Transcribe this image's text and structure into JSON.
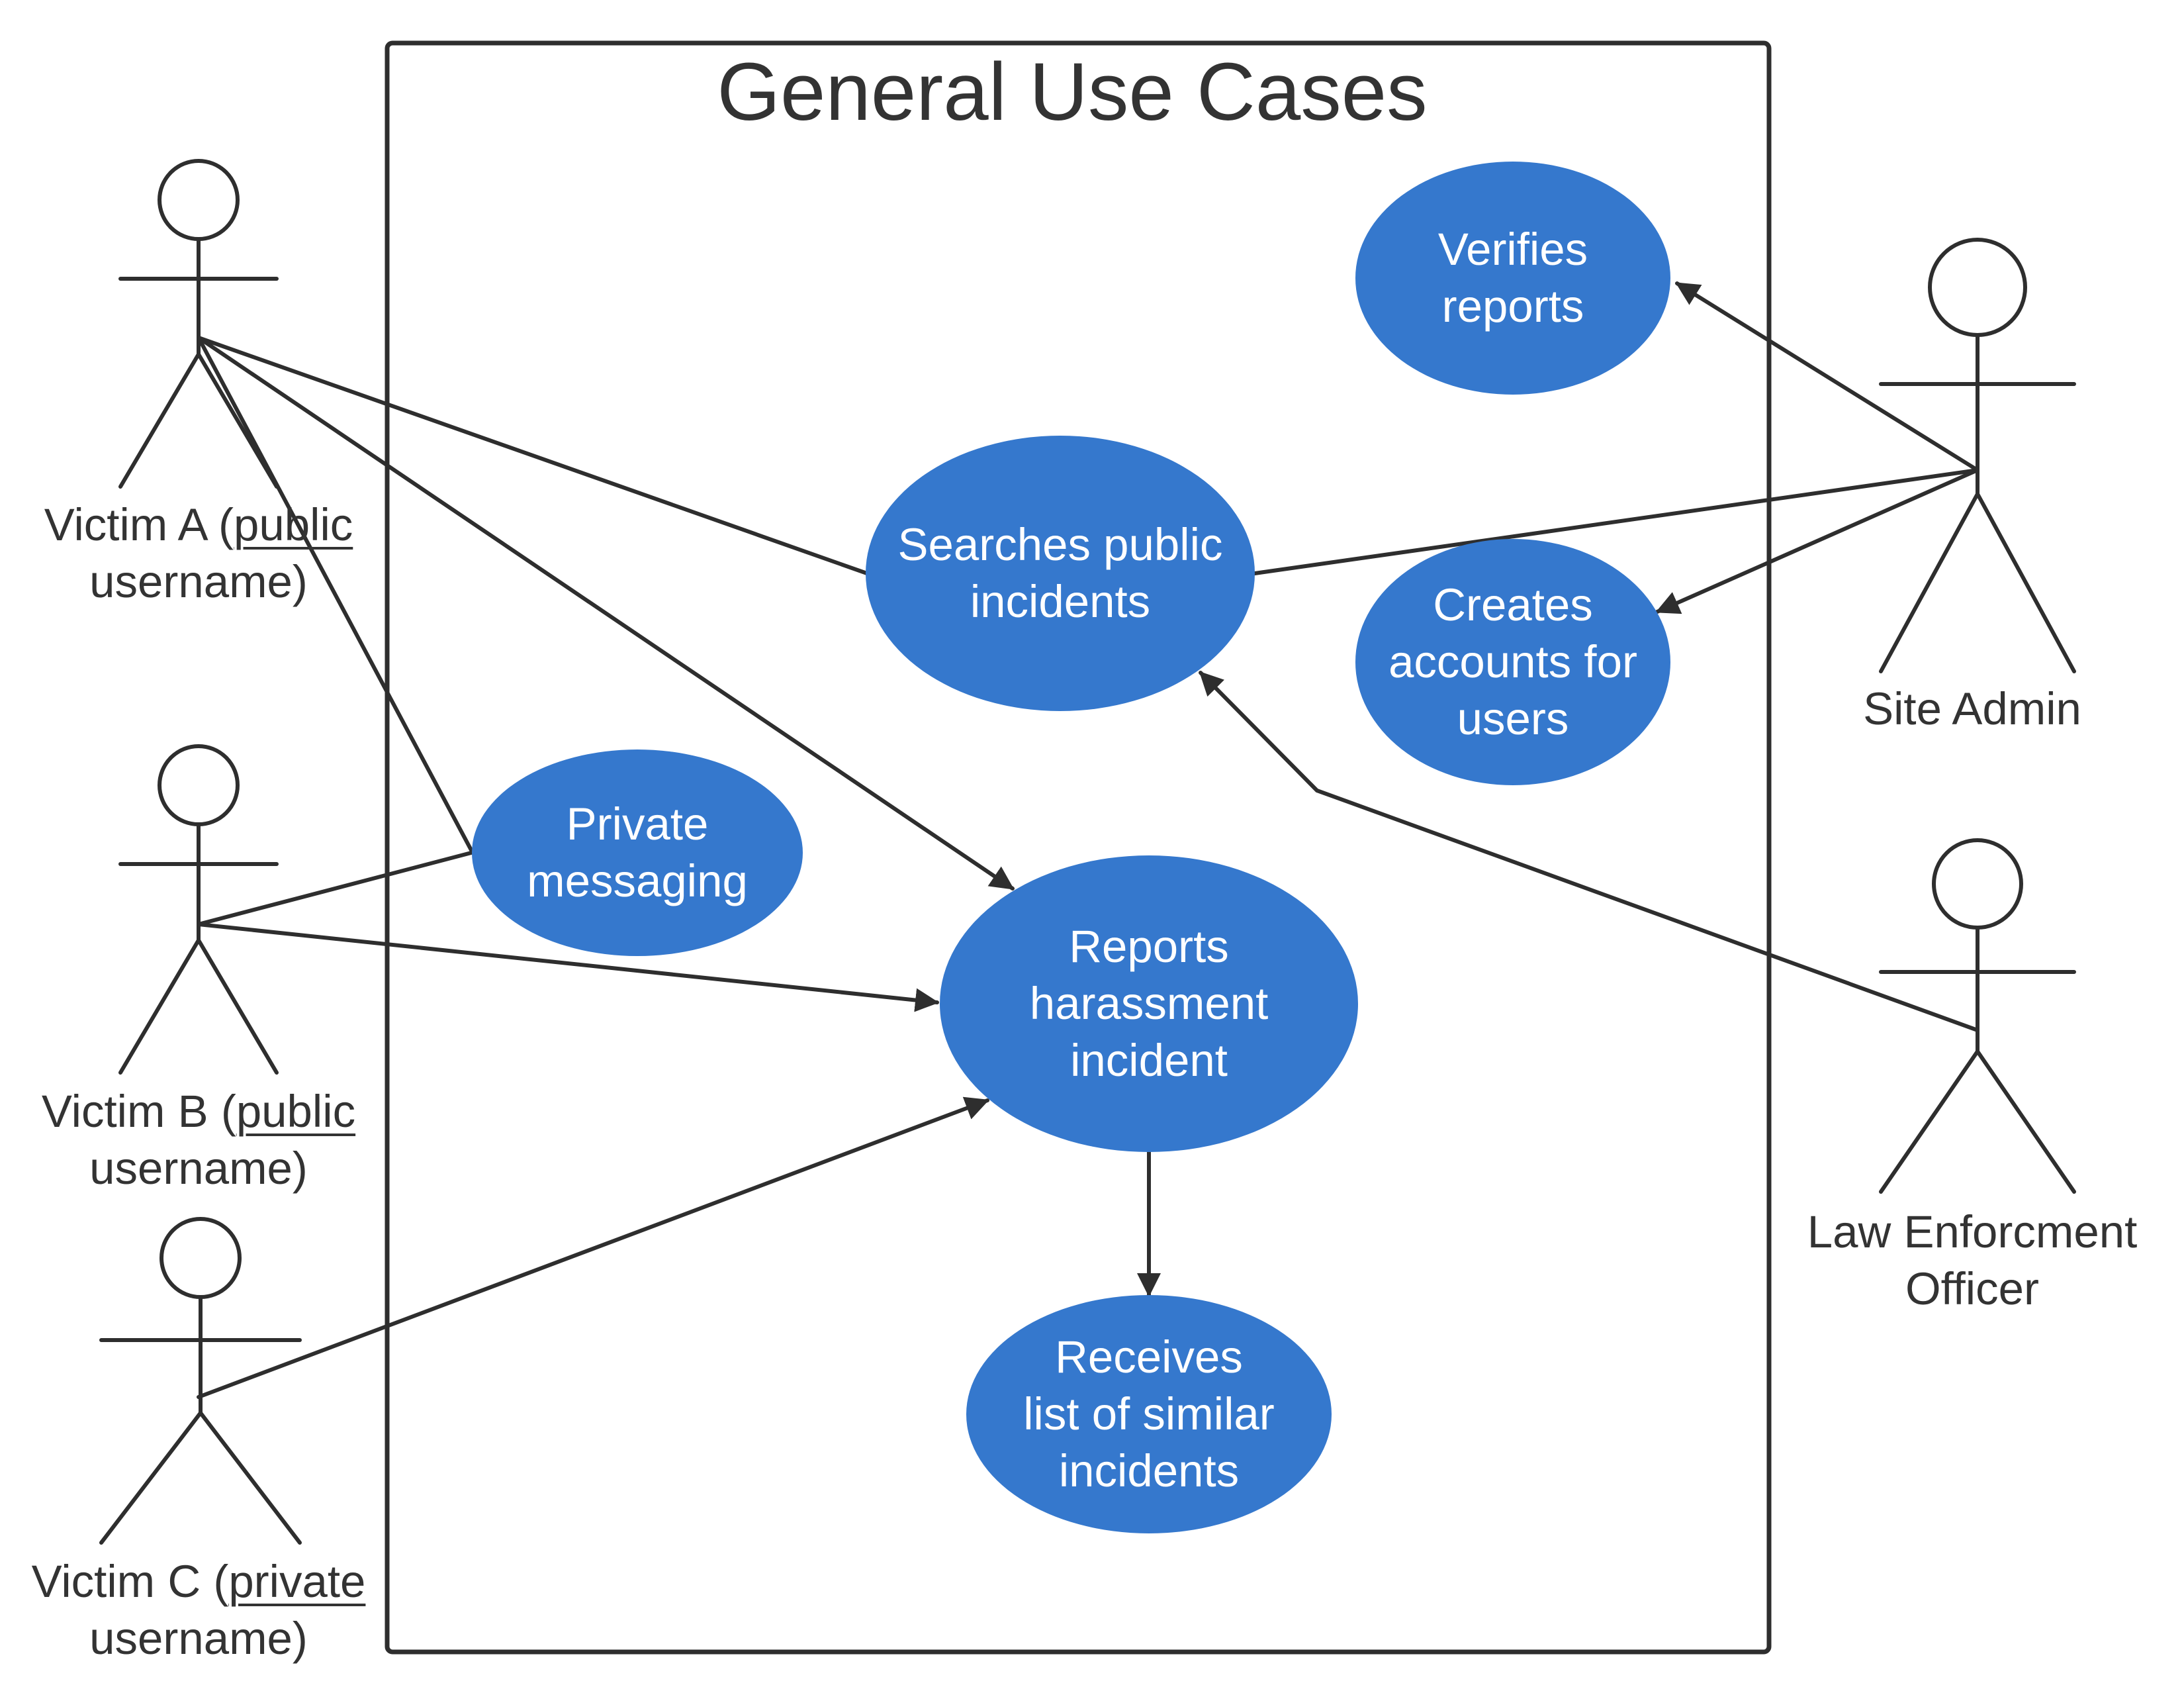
{
  "title": "General Use Cases",
  "colors": {
    "use_case_fill": "#3578cd",
    "stroke": "#2e2e2e",
    "use_case_text": "#ffffff"
  },
  "actors": {
    "victim_a": {
      "pre": "Victim A (",
      "underlined": "public",
      "line2": "username)"
    },
    "victim_b": {
      "pre": "Victim B (",
      "underlined": "public",
      "line2": "username)"
    },
    "victim_c": {
      "pre": "Victim C (",
      "underlined": "private",
      "line2": "username)"
    },
    "site_admin": {
      "line1": "Site Admin"
    },
    "law_enforcement": {
      "line1": "Law Enforcment",
      "line2": "Officer"
    }
  },
  "use_cases": {
    "verifies_reports": [
      "Verifies",
      "reports"
    ],
    "searches_public": [
      "Searches public",
      "incidents"
    ],
    "creates_accounts": [
      "Creates",
      "accounts for",
      "users"
    ],
    "private_messaging": [
      "Private",
      "messaging"
    ],
    "reports_harassment": [
      "Reports",
      "harassment",
      "incident"
    ],
    "receives_list": [
      "Receives",
      "list of similar",
      "incidents"
    ]
  }
}
